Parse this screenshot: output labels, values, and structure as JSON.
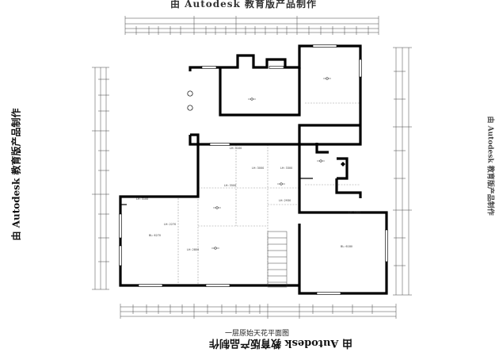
{
  "drawing": {
    "title": "一层原始天花平面图",
    "watermark": "由 Autodesk 教育版产品制作",
    "watermark_top_fragment": "由 Autodesk 教育版产品制作"
  },
  "room_labels": [
    "LH: 3100",
    "LH: 3100",
    "LH: 3000",
    "LH: 3300",
    "LH: 3500",
    "LH: 2930",
    "LH: 2270",
    "BL: 6270",
    "LH: 2800",
    "LH: 3300",
    "BL: 6180"
  ],
  "colors": {
    "wall": "#000000",
    "line": "#555555",
    "dashed": "#9a9a9a",
    "text": "#222222"
  }
}
